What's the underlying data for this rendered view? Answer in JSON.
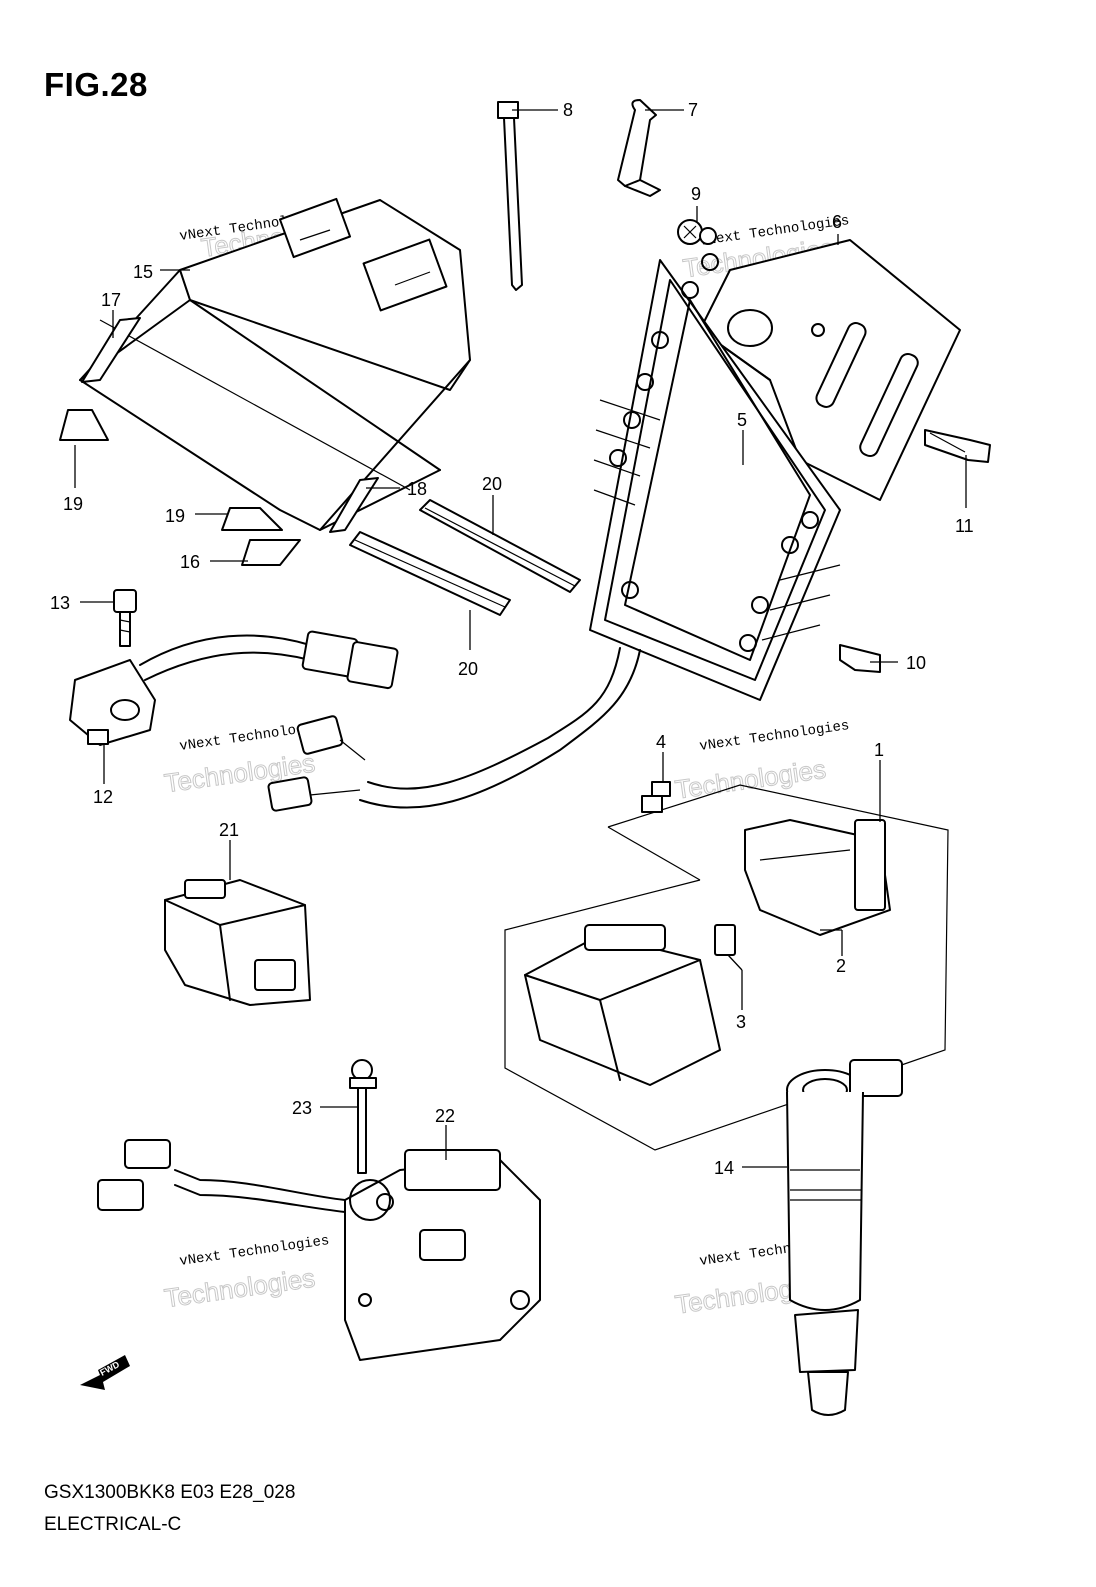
{
  "figure": {
    "title": "FIG.28"
  },
  "footer": {
    "model_code": "GSX1300BKK8 E03 E28_028",
    "section": "ELECTRICAL-C"
  },
  "watermark": {
    "line1": "vNext Technologies",
    "line2a": "vNext",
    "line2b": "Technologies"
  },
  "direction_arrow": {
    "label": "FWD"
  },
  "callouts": {
    "c1": "1",
    "c2": "2",
    "c3": "3",
    "c4": "4",
    "c5": "5",
    "c6": "6",
    "c7": "7",
    "c8": "8",
    "c9": "9",
    "c10": "10",
    "c11": "11",
    "c12": "12",
    "c13": "13",
    "c14": "14",
    "c15": "15",
    "c16": "16",
    "c17": "17",
    "c18": "18",
    "c19a": "19",
    "c19b": "19",
    "c20a": "20",
    "c20b": "20",
    "c21": "21",
    "c22": "22",
    "c23": "23"
  }
}
